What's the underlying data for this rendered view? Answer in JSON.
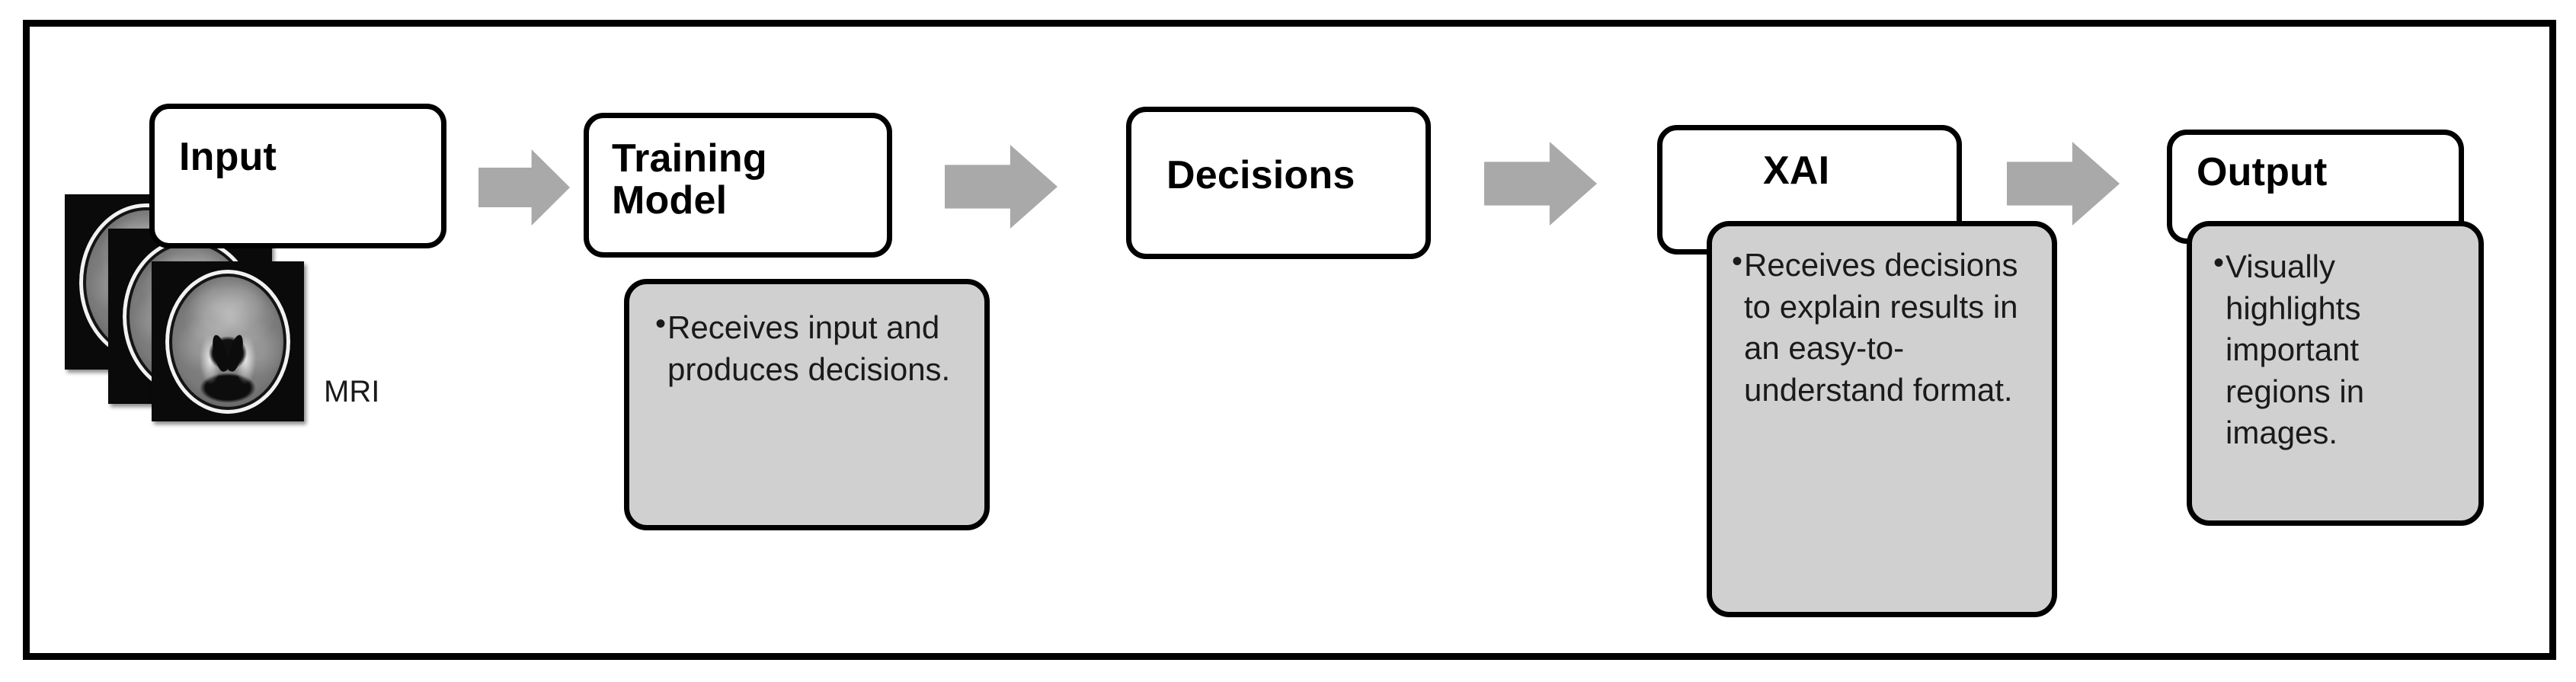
{
  "diagram": {
    "title": "XAI pipeline flow diagram",
    "colors": {
      "frame_border": "#000000",
      "node_border": "#000000",
      "node_fill": "#ffffff",
      "callout_fill": "#d0d0d0",
      "arrow_fill": "#a9a9a9",
      "text": "#000000",
      "mri_background": "#0a0a0a"
    },
    "stages": [
      {
        "id": "input",
        "label": "Input",
        "image_label": "MRI",
        "image_count": 3,
        "image_type": "brain-mri-scan"
      },
      {
        "id": "training-model",
        "label": "Training\nModel",
        "callout": {
          "bullet": "•",
          "text": "Receives input and produces decisions."
        }
      },
      {
        "id": "decisions",
        "label": "Decisions"
      },
      {
        "id": "xai",
        "label": "XAI",
        "callout": {
          "bullet": "•",
          "text": "Receives decisions to explain results in an easy-to-understand format."
        }
      },
      {
        "id": "output",
        "label": "Output",
        "callout": {
          "bullet": "•",
          "text": "Visually highlights important regions in images."
        }
      }
    ],
    "arrows": [
      {
        "id": "arrow-input-to-training",
        "from": "input",
        "to": "training-model",
        "direction": "right"
      },
      {
        "id": "arrow-training-to-decisions",
        "from": "training-model",
        "to": "decisions",
        "direction": "right"
      },
      {
        "id": "arrow-decisions-to-xai",
        "from": "decisions",
        "to": "xai",
        "direction": "right"
      },
      {
        "id": "arrow-xai-to-output",
        "from": "xai",
        "to": "output",
        "direction": "right"
      }
    ]
  }
}
